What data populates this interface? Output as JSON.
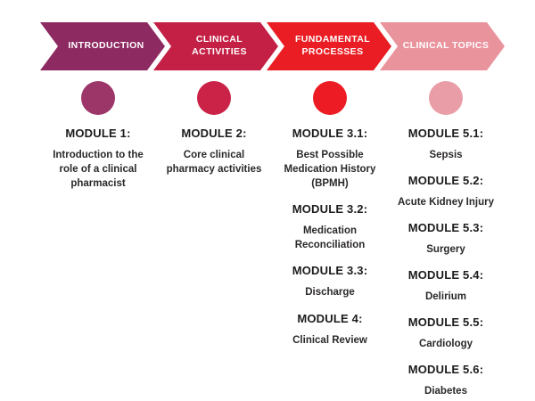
{
  "banner": {
    "stages": [
      {
        "label": "INTRODUCTION",
        "color": "#8e2a62"
      },
      {
        "label": "CLINICAL ACTIVITIES",
        "color": "#c42045"
      },
      {
        "label": "FUNDAMENTAL PROCESSES",
        "color": "#e91d23"
      },
      {
        "label": "CLINICAL TOPICS",
        "color": "#e9939d"
      }
    ]
  },
  "columns": [
    {
      "circle_color": "#9c3568",
      "modules": [
        {
          "heading": "MODULE 1:",
          "text": "Introduction to the role of a clinical pharmacist"
        }
      ]
    },
    {
      "circle_color": "#cb2347",
      "modules": [
        {
          "heading": "MODULE 2:",
          "text": "Core clinical pharmacy activities"
        }
      ]
    },
    {
      "circle_color": "#ed1c24",
      "modules": [
        {
          "heading": "MODULE 3.1:",
          "text": "Best Possible Medication History (BPMH)"
        },
        {
          "heading": "MODULE 3.2:",
          "text": "Medication Reconciliation"
        },
        {
          "heading": "MODULE 3.3:",
          "text": "Discharge"
        },
        {
          "heading": "MODULE 4:",
          "text": "Clinical Review"
        }
      ]
    },
    {
      "circle_color": "#e99ea7",
      "modules": [
        {
          "heading": "MODULE 5.1:",
          "text": "Sepsis"
        },
        {
          "heading": "MODULE 5.2:",
          "text": "Acute Kidney Injury"
        },
        {
          "heading": "MODULE 5.3:",
          "text": "Surgery"
        },
        {
          "heading": "MODULE 5.4:",
          "text": "Delirium"
        },
        {
          "heading": "MODULE 5.5:",
          "text": "Cardiology"
        },
        {
          "heading": "MODULE 5.6:",
          "text": "Diabetes"
        }
      ]
    }
  ]
}
